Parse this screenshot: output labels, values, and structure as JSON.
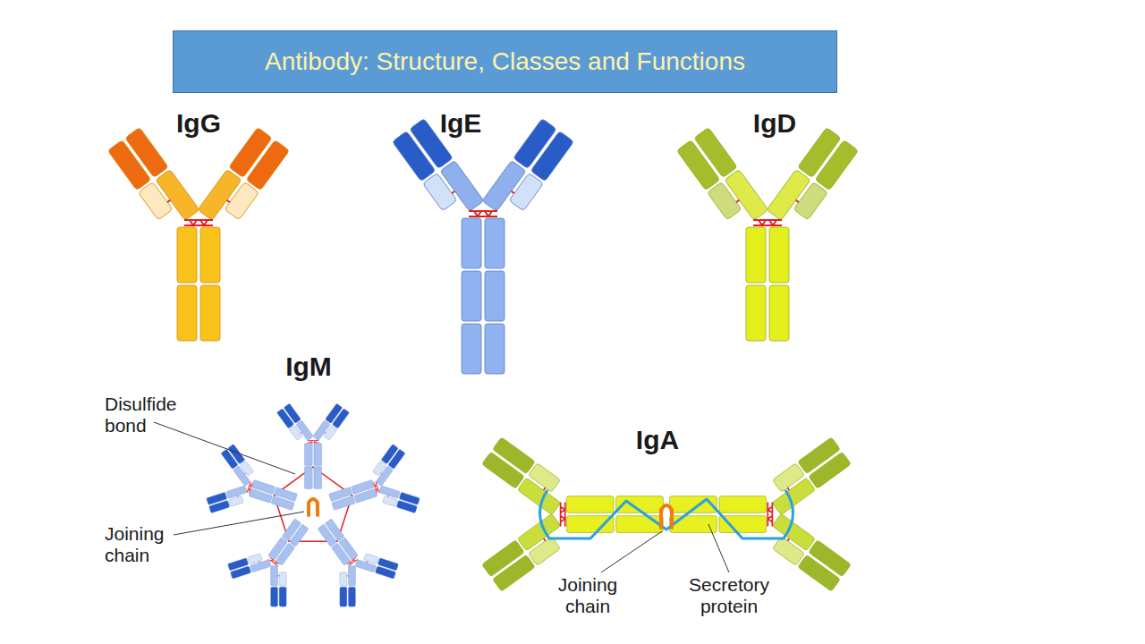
{
  "diagram": {
    "title": "Antibody: Structure, Classes and Functions",
    "labels": [
      "IgG",
      "IgE",
      "IgD",
      "IgM",
      "Disulfide bond",
      "Joining chain",
      "IgA",
      "Joining chain",
      "Secretory protein"
    ]
  }
}
